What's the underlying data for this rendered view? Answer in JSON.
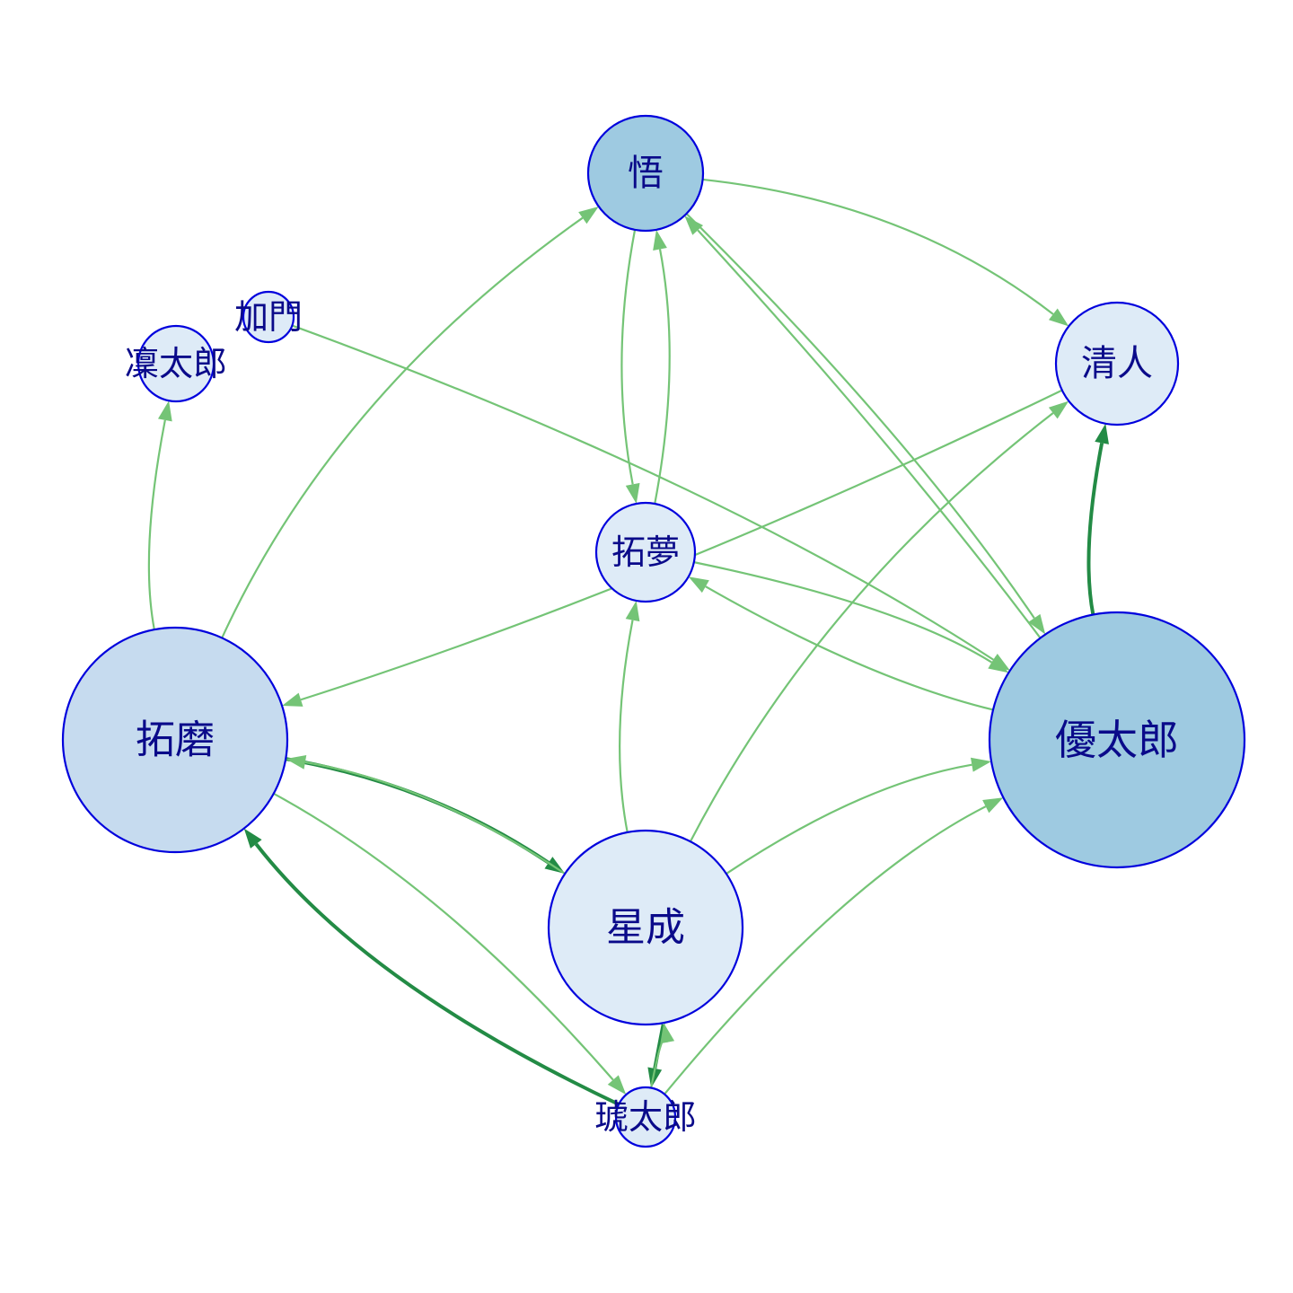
{
  "colors": {
    "node_stroke": "#0000dd",
    "node_fill_light": "#deebf7",
    "node_fill_mid": "#c6dbef",
    "node_fill_dark": "#9ecae1",
    "edge_light": "#74c476",
    "edge_dark": "#238b45",
    "label": "#0a0a8a"
  },
  "nodes": [
    {
      "id": "satoru",
      "label": "悟",
      "fill": "dark"
    },
    {
      "id": "kiyoto",
      "label": "清人",
      "fill": "light"
    },
    {
      "id": "kamon",
      "label": "加門",
      "fill": "light"
    },
    {
      "id": "rintaro",
      "label": "凜太郎",
      "fill": "light"
    },
    {
      "id": "takumu",
      "label": "拓夢",
      "fill": "light"
    },
    {
      "id": "takuma",
      "label": "拓磨",
      "fill": "mid"
    },
    {
      "id": "yutaro",
      "label": "優太郎",
      "fill": "dark"
    },
    {
      "id": "seina",
      "label": "星成",
      "fill": "light"
    },
    {
      "id": "kotaro",
      "label": "琥太郎",
      "fill": "light"
    }
  ],
  "edges": [
    {
      "from": "satoru",
      "to": "kiyoto",
      "weight": "light"
    },
    {
      "from": "satoru",
      "to": "takumu",
      "weight": "light"
    },
    {
      "from": "takumu",
      "to": "satoru",
      "weight": "light"
    },
    {
      "from": "satoru",
      "to": "yutaro",
      "weight": "light"
    },
    {
      "from": "takuma",
      "to": "satoru",
      "weight": "light"
    },
    {
      "from": "takuma",
      "to": "rintaro",
      "weight": "light"
    },
    {
      "from": "kamon",
      "to": "yutaro",
      "weight": "light"
    },
    {
      "from": "kiyoto",
      "to": "takuma",
      "weight": "light"
    },
    {
      "from": "yutaro",
      "to": "kiyoto",
      "weight": "dark"
    },
    {
      "from": "yutaro",
      "to": "satoru",
      "weight": "light"
    },
    {
      "from": "yutaro",
      "to": "takumu",
      "weight": "light"
    },
    {
      "from": "takumu",
      "to": "yutaro",
      "weight": "light"
    },
    {
      "from": "takuma",
      "to": "seina",
      "weight": "dark"
    },
    {
      "from": "takuma",
      "to": "kotaro",
      "weight": "light"
    },
    {
      "from": "seina",
      "to": "takuma",
      "weight": "light"
    },
    {
      "from": "seina",
      "to": "takumu",
      "weight": "light"
    },
    {
      "from": "seina",
      "to": "kiyoto",
      "weight": "light"
    },
    {
      "from": "seina",
      "to": "yutaro",
      "weight": "light"
    },
    {
      "from": "seina",
      "to": "kotaro",
      "weight": "dark"
    },
    {
      "from": "kotaro",
      "to": "takuma",
      "weight": "dark"
    },
    {
      "from": "kotaro",
      "to": "yutaro",
      "weight": "light"
    },
    {
      "from": "kotaro",
      "to": "seina",
      "weight": "light"
    }
  ]
}
